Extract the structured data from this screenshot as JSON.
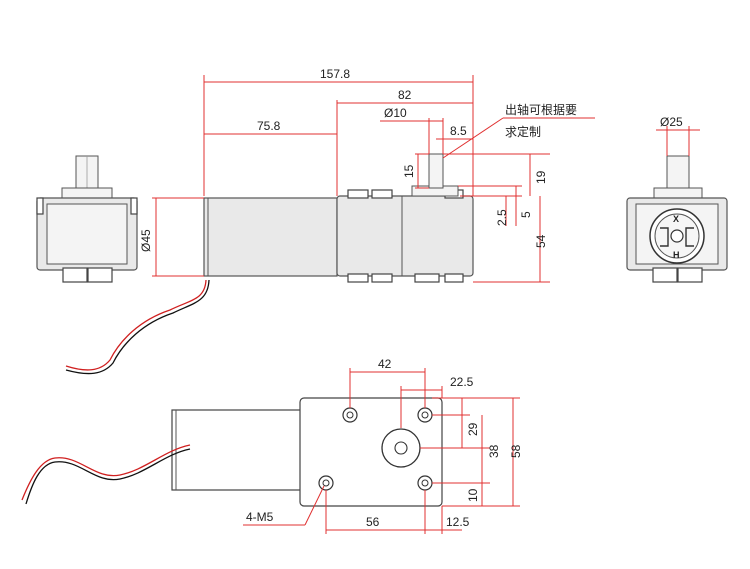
{
  "dimensions": {
    "overall_length": "157.8",
    "gearbox_length": "82",
    "motor_length": "75.8",
    "shaft_diameter": "Ø10",
    "shaft_offset": "8.5",
    "shaft_length": "15",
    "shaft_height": "19",
    "step_small": "2.5",
    "step_mid": "5",
    "gearbox_height": "54",
    "motor_diameter": "Ø45",
    "end_view_diameter": "Ø25",
    "bottom_hole_spacing_x": "42",
    "bottom_shaft_offset_x": "22.5",
    "bottom_hole_spacing_y1": "29",
    "bottom_hole_spacing_y2": "38",
    "bottom_height": "58",
    "bottom_edge_offset": "10",
    "bottom_width": "56",
    "bottom_edge_offset_x": "12.5",
    "hole_callout": "4-M5"
  },
  "note": {
    "line1": "出轴可根据要",
    "line2": "求定制"
  },
  "end_marks": {
    "top_letter": "X",
    "bottom_letter": "H"
  },
  "colors": {
    "dimension": "#e03030",
    "wire_red": "#d02020",
    "wire_black": "#111111",
    "body_stroke": "#444444"
  }
}
